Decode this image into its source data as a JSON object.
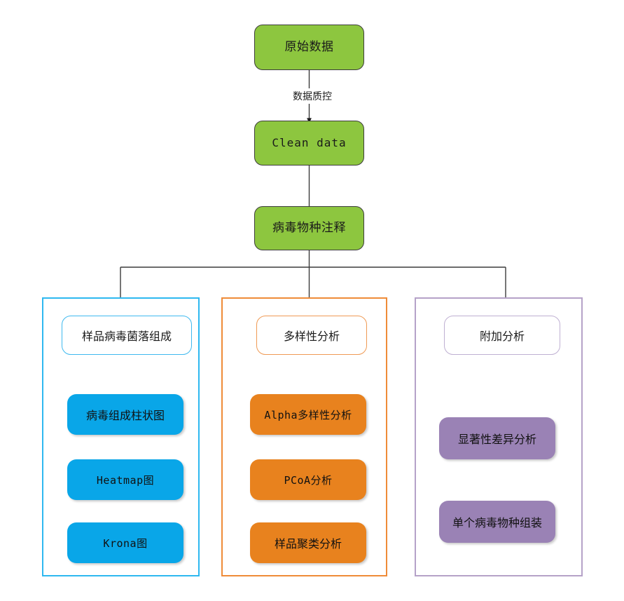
{
  "diagram": {
    "title": "Virome analysis pipeline flowchart",
    "colors": {
      "green": "#8dc63f",
      "blue": "#09a6e8",
      "orange": "#e8821e",
      "purple": "#9a82b5",
      "blue_border": "#2eb8f0",
      "orange_border": "#ef8b38",
      "purple_border": "#b5a2c8",
      "connector": "#3c3c3c",
      "background": "#ffffff"
    },
    "pipeline": [
      {
        "id": "raw-data",
        "label": "原始数据"
      },
      {
        "id": "clean-data",
        "label": "Clean data"
      },
      {
        "id": "virus-annotation",
        "label": "病毒物种注释"
      }
    ],
    "edge_labels": [
      {
        "id": "qc",
        "label": "数据质控"
      }
    ],
    "groups": [
      {
        "id": "sample-composition",
        "header": "样品病毒菌落组成",
        "accent": "blue",
        "items": [
          {
            "label": "病毒组成柱状图",
            "mono": false
          },
          {
            "label": "Heatmap图",
            "mono": true
          },
          {
            "label": "Krona图",
            "mono": true
          }
        ]
      },
      {
        "id": "diversity-analysis",
        "header": "多样性分析",
        "accent": "orange",
        "items": [
          {
            "label": "Alpha多样性分析",
            "mono": true
          },
          {
            "label": "PCoA分析",
            "mono": true
          },
          {
            "label": "样品聚类分析",
            "mono": false
          }
        ]
      },
      {
        "id": "additional-analysis",
        "header": "附加分析",
        "accent": "purple",
        "items": [
          {
            "label": "显著性差异分析",
            "mono": false
          },
          {
            "label": "单个病毒物种组装",
            "mono": false
          }
        ]
      }
    ]
  }
}
